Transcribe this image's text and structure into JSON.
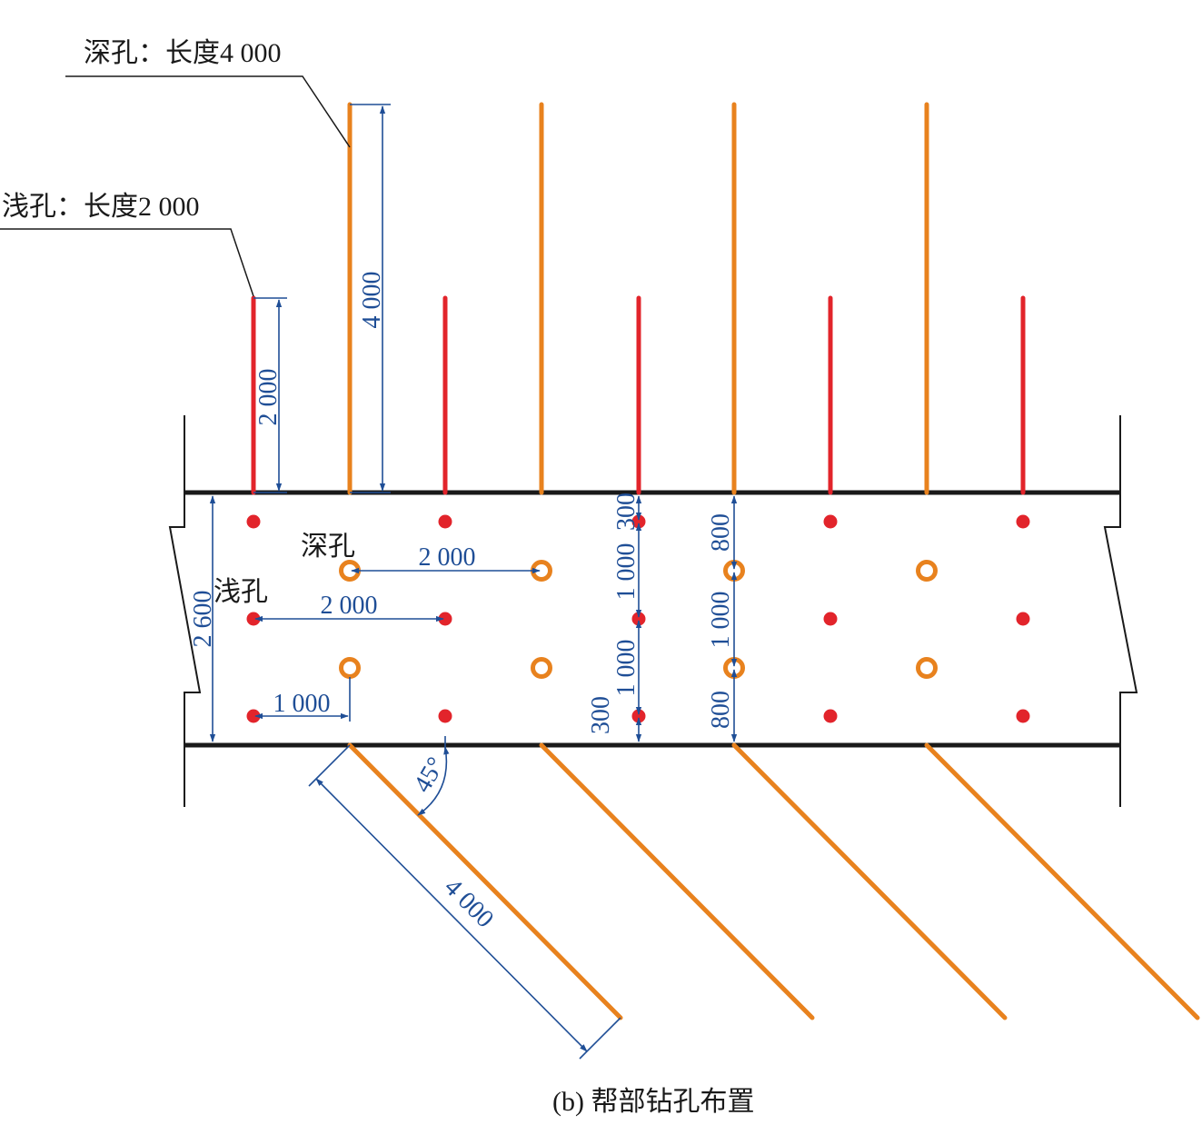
{
  "colors": {
    "shallow": "#e2242b",
    "deep": "#e8821e",
    "dimension": "#1f4e96",
    "wall": "#1a1a1a"
  },
  "labels": {
    "deep_callout": "深孔：长度4 000",
    "shallow_callout": "浅孔：长度2 000",
    "deep_short": "深孔",
    "shallow_short": "浅孔",
    "caption": "(b) 帮部钻孔布置"
  },
  "dimensions": {
    "deep_length": "4 000",
    "shallow_length": "2 000",
    "deep_spacing": "2 000",
    "shallow_spacing": "2 000",
    "roadway_height": "2 600",
    "edge_offset": "1 000",
    "shallow_col_top": "300",
    "shallow_col_mid1": "1 000",
    "shallow_col_mid2": "1 000",
    "shallow_col_bottom": "300",
    "deep_col_top": "800",
    "deep_col_mid": "1 000",
    "deep_col_bottom": "800",
    "angle": "45°",
    "inclined_length": "4 000"
  }
}
